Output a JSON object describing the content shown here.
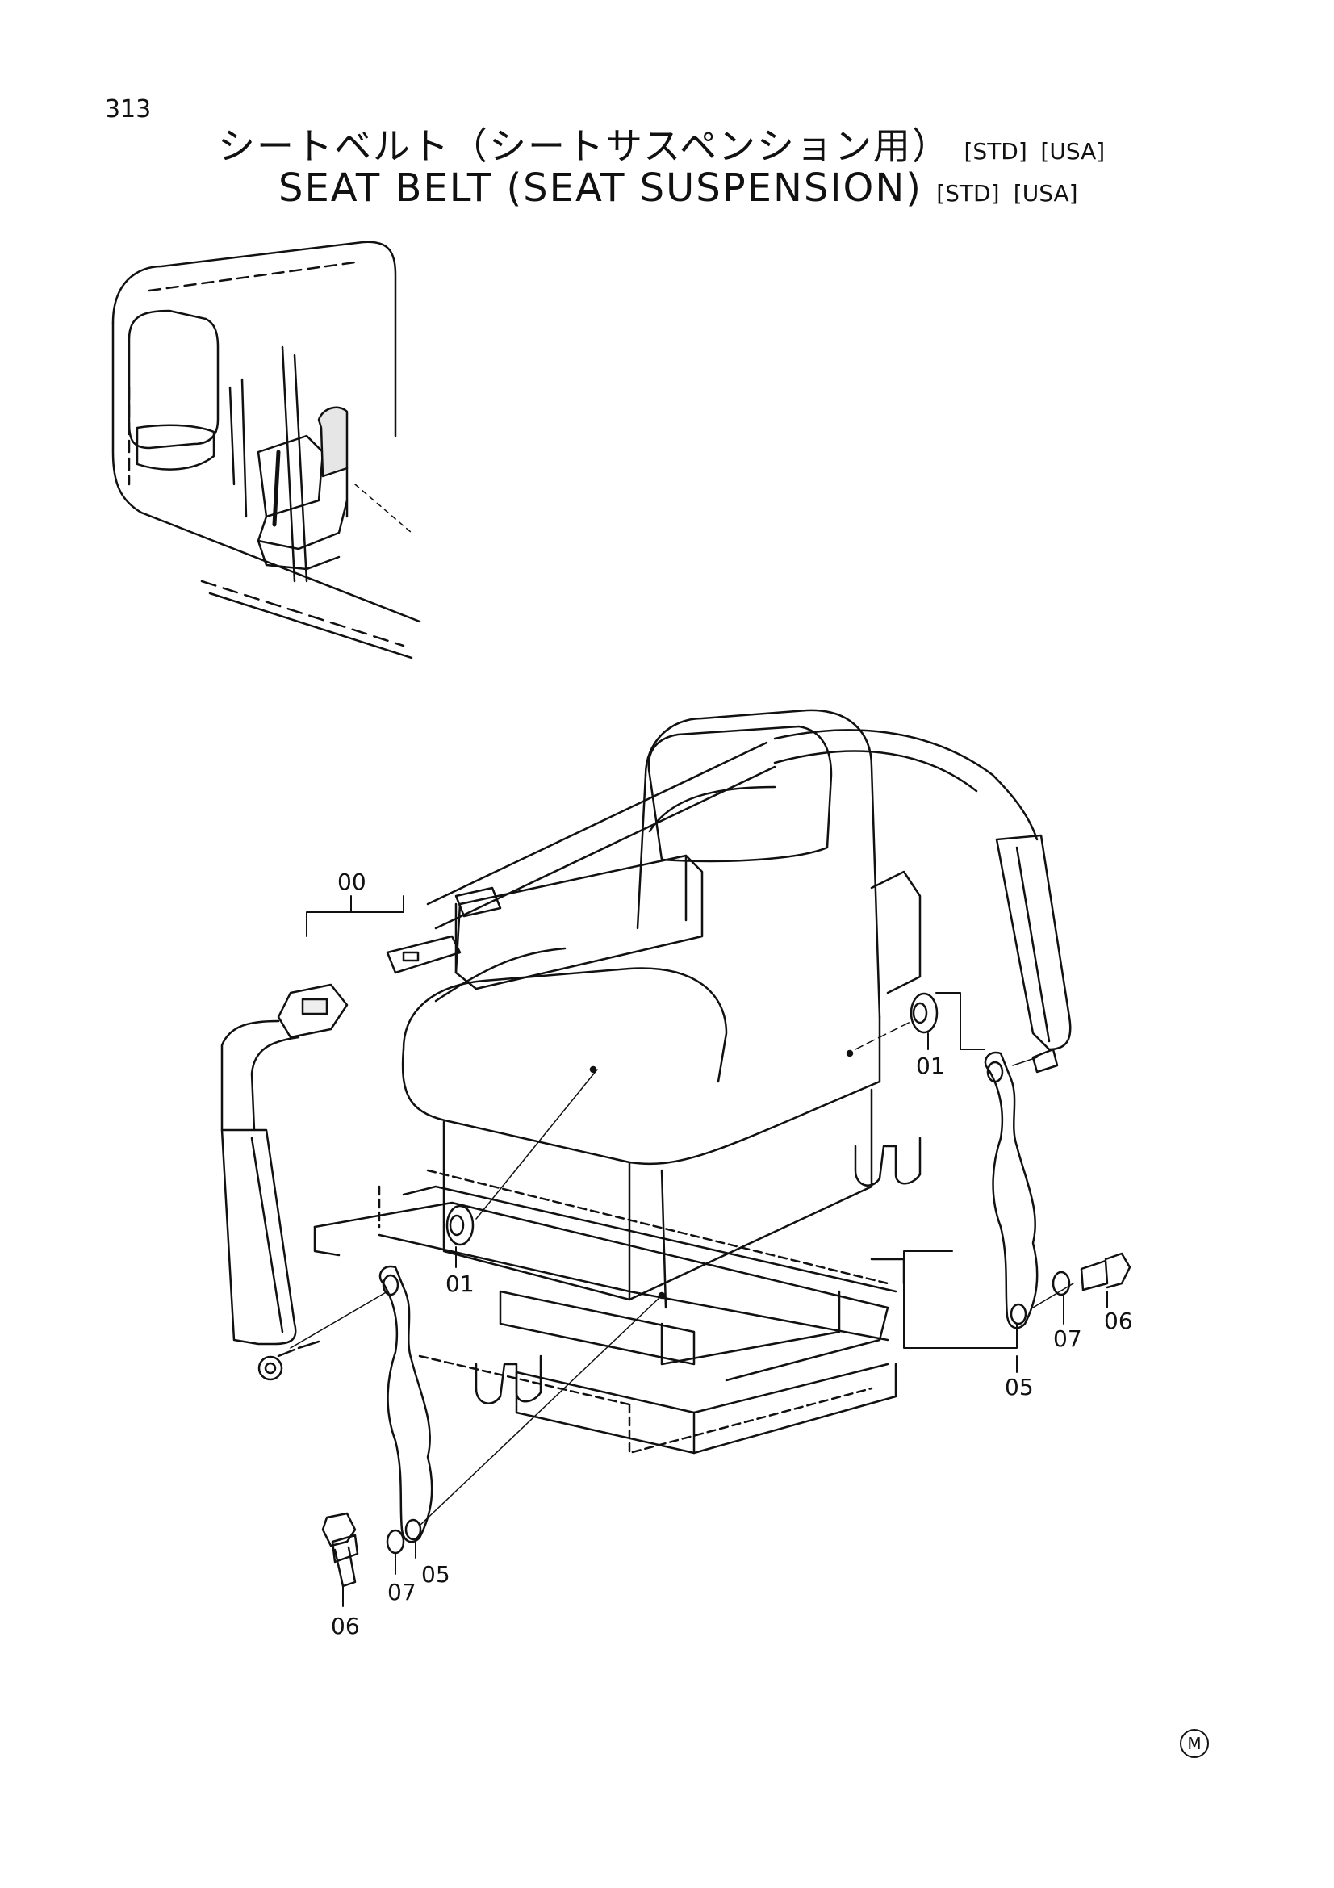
{
  "page": {
    "number": "313",
    "title_jp": "シートベルト（シートサスペンション用）",
    "title_en": "SEAT BELT (SEAT SUSPENSION)",
    "tag_std": "[STD]",
    "tag_usa": "[USA]",
    "footer_mark": "M"
  },
  "callouts": [
    {
      "id": "label-00",
      "text": "00"
    },
    {
      "id": "label-01-right",
      "text": "01"
    },
    {
      "id": "label-01-left",
      "text": "01"
    },
    {
      "id": "label-05-right",
      "text": "05"
    },
    {
      "id": "label-07-right",
      "text": "07"
    },
    {
      "id": "label-06-right",
      "text": "06"
    },
    {
      "id": "label-05-left",
      "text": "05"
    },
    {
      "id": "label-07-left",
      "text": "07"
    },
    {
      "id": "label-06-left",
      "text": "06"
    }
  ]
}
